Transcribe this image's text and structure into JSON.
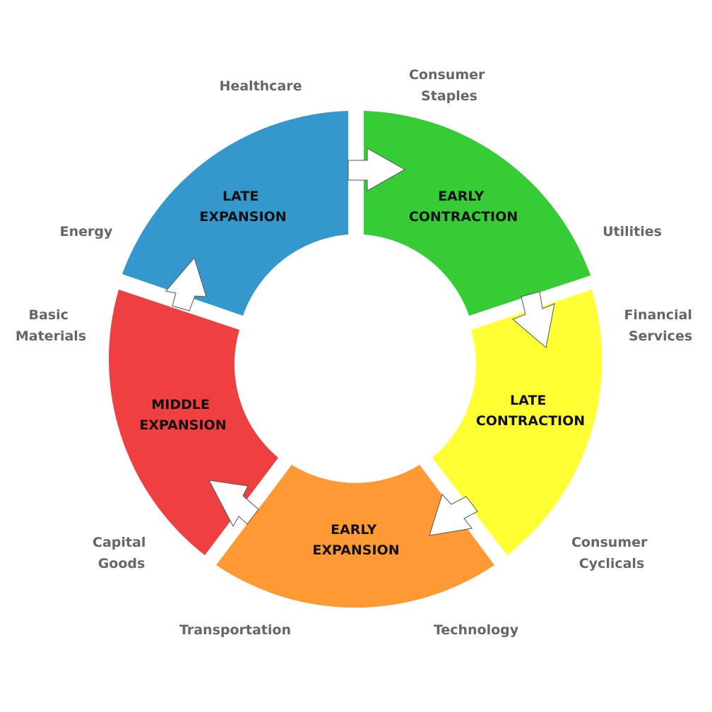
{
  "phases": [
    {
      "id": "late-expansion",
      "line1": "LATE",
      "line2": "EXPANSION",
      "color": "#3598CC"
    },
    {
      "id": "early-contraction",
      "line1": "EARLY",
      "line2": "CONTRACTION",
      "color": "#35CC35"
    },
    {
      "id": "late-contraction",
      "line1": "LATE",
      "line2": "CONTRACTION",
      "color": "#FFFF33"
    },
    {
      "id": "early-expansion",
      "line1": "EARLY",
      "line2": "EXPANSION",
      "color": "#FF9933"
    },
    {
      "id": "middle-expansion",
      "line1": "MIDDLE",
      "line2": "EXPANSION",
      "color": "#EE4040"
    }
  ],
  "sectors": {
    "healthcare": [
      "Healthcare"
    ],
    "consumer_staples": [
      "Consumer",
      "Staples"
    ],
    "utilities": [
      "Utilities"
    ],
    "financial_services": [
      "Financial",
      "Services"
    ],
    "consumer_cyclicals": [
      "Consumer",
      "Cyclicals"
    ],
    "technology": [
      "Technology"
    ],
    "transportation": [
      "Transportation"
    ],
    "capital_goods": [
      "Capital",
      "Goods"
    ],
    "basic_materials": [
      "Basic",
      "Materials"
    ],
    "energy": [
      "Energy"
    ]
  }
}
